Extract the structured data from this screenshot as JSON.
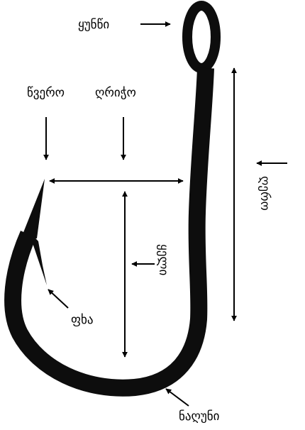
{
  "labels": {
    "eye": "ყუნწი",
    "point": "წვერო",
    "gap": "ღრიჭო",
    "shank": "ღერო",
    "throat": "ყელი",
    "barb": "ფხა",
    "bend": "ნაღუნი"
  },
  "colors": {
    "hook": "#0d0d0d",
    "ink": "#000000",
    "background": "#ffffff"
  }
}
